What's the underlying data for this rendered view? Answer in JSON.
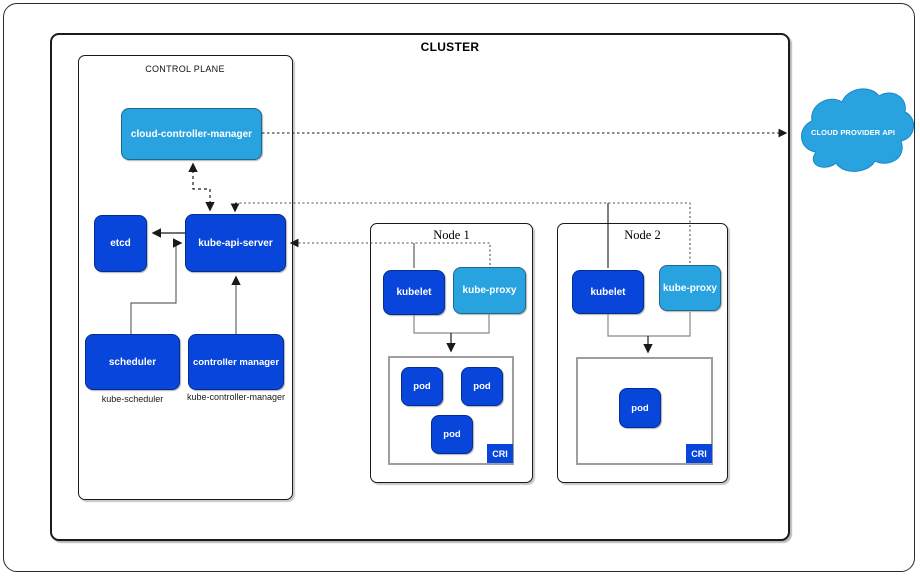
{
  "title": "CLUSTER",
  "control_plane": {
    "label": "CONTROL PLANE",
    "cloud_controller_manager": "cloud-controller-manager",
    "etcd": "etcd",
    "kube_api_server": "kube-api-server",
    "scheduler": "scheduler",
    "controller_manager": "controller manager",
    "scheduler_caption": "kube-scheduler",
    "controller_manager_caption": "kube-controller-manager"
  },
  "node1": {
    "title": "Node 1",
    "kubelet": "kubelet",
    "kube_proxy": "kube-proxy",
    "pods": [
      "pod",
      "pod",
      "pod"
    ],
    "cri": "CRI"
  },
  "node2": {
    "title": "Node 2",
    "kubelet": "kubelet",
    "kube_proxy": "kube-proxy",
    "pods": [
      "pod"
    ],
    "cri": "CRI"
  },
  "cloud_provider": {
    "label": "CLOUD PROVIDER API"
  },
  "colors": {
    "dark_blue": "#0845db",
    "light_blue": "#29a3e0",
    "line_dark": "#1a1a1a",
    "line_gray": "#8a8a8a"
  }
}
